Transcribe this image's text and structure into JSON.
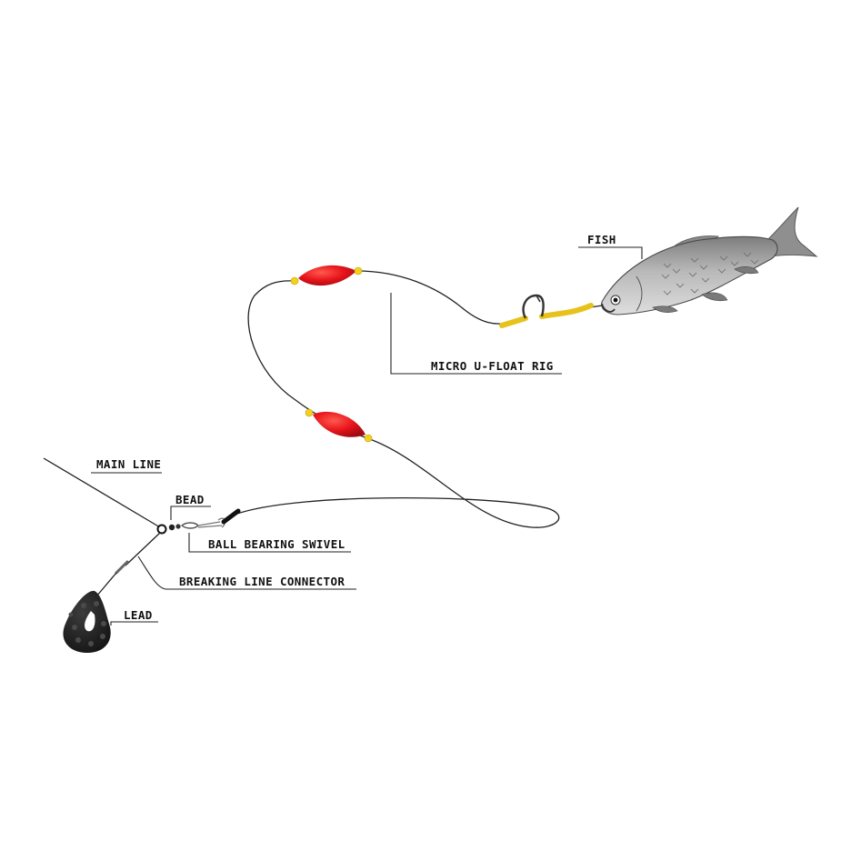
{
  "labels": {
    "fish": "FISH",
    "micro_u_float_rig": "MICRO U-FLOAT RIG",
    "main_line": "MAIN LINE",
    "bead": "BEAD",
    "ball_bearing_swivel": "BALL BEARING SWIVEL",
    "breaking_line_connector": "BREAKING LINE CONNECTOR",
    "lead": "LEAD"
  },
  "colors": {
    "line": "#222222",
    "float_red": "#e8141b",
    "bead_yellow": "#f2d21c",
    "sleeve_yellow": "#e6c21a",
    "lead_black": "#1e1e1e",
    "fish_body": "#a9a9a9"
  }
}
